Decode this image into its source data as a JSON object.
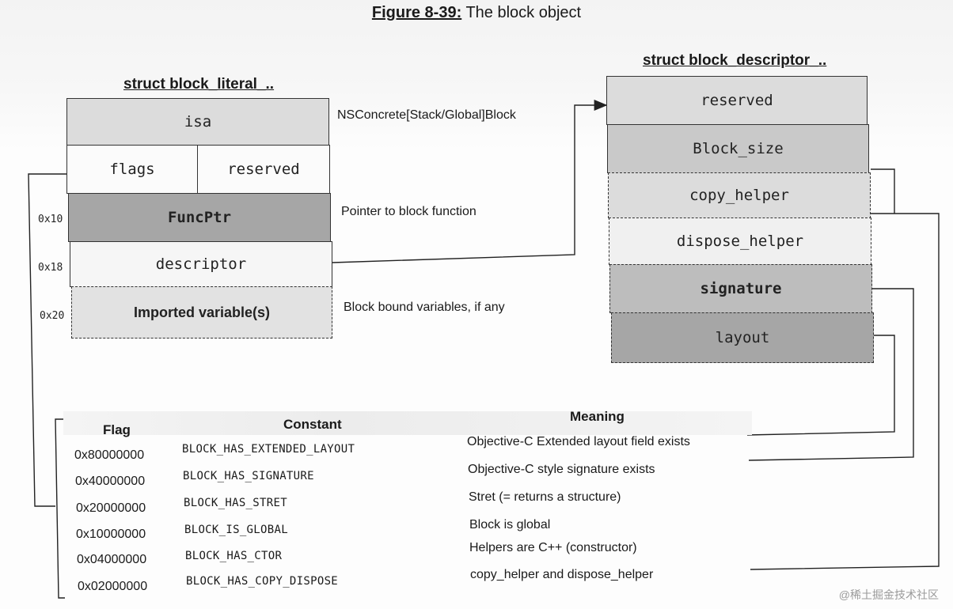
{
  "figure": {
    "number": "Figure 8-39:",
    "caption": "The block object"
  },
  "block_literal": {
    "title": "struct block_literal_..",
    "fields": {
      "isa": "isa",
      "flags": "flags",
      "reserved": "reserved",
      "funcptr": "FuncPtr",
      "descriptor": "descriptor",
      "imported": "Imported variable(s)"
    },
    "offsets": [
      "0x10",
      "0x18",
      "0x20"
    ]
  },
  "block_descriptor": {
    "title": "struct block_descriptor_..",
    "fields": [
      "reserved",
      "Block_size",
      "copy_helper",
      "dispose_helper",
      "signature",
      "layout"
    ]
  },
  "notes": {
    "isa": "NSConcrete[Stack/Global]Block",
    "funcptr": "Pointer to block function",
    "imported": "Block bound variables, if any"
  },
  "flags_table": {
    "headers": {
      "flag": "Flag",
      "constant": "Constant",
      "meaning": "Meaning"
    },
    "rows": [
      {
        "flag": "0x80000000",
        "constant": "BLOCK_HAS_EXTENDED_LAYOUT",
        "meaning": "Objective-C Extended layout field exists"
      },
      {
        "flag": "0x40000000",
        "constant": "BLOCK_HAS_SIGNATURE",
        "meaning": "Objective-C style signature exists"
      },
      {
        "flag": "0x20000000",
        "constant": "BLOCK_HAS_STRET",
        "meaning": "Stret (= returns a structure)"
      },
      {
        "flag": "0x10000000",
        "constant": "BLOCK_IS_GLOBAL",
        "meaning": "Block is global"
      },
      {
        "flag": "0x04000000",
        "constant": "BLOCK_HAS_CTOR",
        "meaning": "Helpers are C++ (constructor)"
      },
      {
        "flag": "0x02000000",
        "constant": "BLOCK_HAS_COPY_DISPOSE",
        "meaning": "copy_helper and dispose_helper"
      }
    ]
  },
  "colors": {
    "light": "#dcdcdc",
    "white": "#fbfbfb",
    "medium": "#c9c9c9",
    "dark": "#a6a6a6",
    "imported": "#e2e2e2"
  },
  "watermark": "@稀土掘金技术社区"
}
